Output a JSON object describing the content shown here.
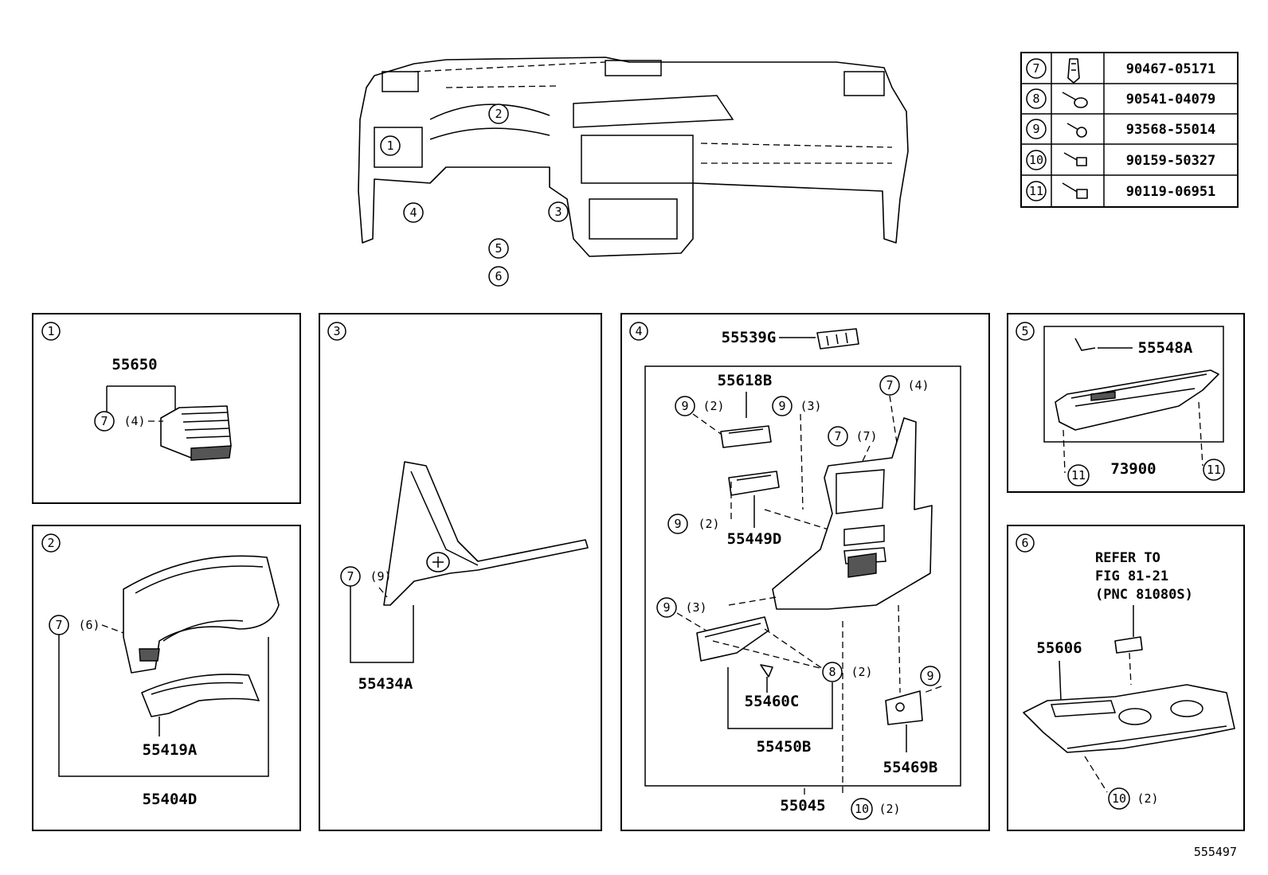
{
  "diagram_id": "555497",
  "fasteners": [
    {
      "ref": "7",
      "part_no": "90467-05171",
      "icon": "clip-icon"
    },
    {
      "ref": "8",
      "part_no": "90541-04079",
      "icon": "pin-icon"
    },
    {
      "ref": "9",
      "part_no": "93568-55014",
      "icon": "screw-icon"
    },
    {
      "ref": "10",
      "part_no": "90159-50327",
      "icon": "screw-icon"
    },
    {
      "ref": "11",
      "part_no": "90119-06951",
      "icon": "bolt-icon"
    }
  ],
  "overview": {
    "callouts": [
      "1",
      "2",
      "3",
      "4",
      "5",
      "6"
    ]
  },
  "panels": {
    "p1": {
      "id": "1",
      "parts": {
        "p55650": "55650"
      },
      "callouts": [
        {
          "ref": "7",
          "qty": "(4)"
        }
      ]
    },
    "p2": {
      "id": "2",
      "parts": {
        "p55419A": "55419A",
        "p55404D": "55404D"
      },
      "callouts": [
        {
          "ref": "7",
          "qty": "(6)"
        }
      ]
    },
    "p3": {
      "id": "3",
      "parts": {
        "p55434A": "55434A"
      },
      "callouts": [
        {
          "ref": "7",
          "qty": "(9)"
        }
      ]
    },
    "p4": {
      "id": "4",
      "parts": {
        "p55539G": "55539G",
        "p55618B": "55618B",
        "p55449D": "55449D",
        "p55460C": "55460C",
        "p55450B": "55450B",
        "p55469B": "55469B",
        "p55045": "55045"
      },
      "callouts": [
        {
          "ref": "9",
          "qty": "(2)"
        },
        {
          "ref": "9",
          "qty": "(3)"
        },
        {
          "ref": "7",
          "qty": "(4)"
        },
        {
          "ref": "7",
          "qty": "(7)"
        },
        {
          "ref": "9",
          "qty": "(2)"
        },
        {
          "ref": "9",
          "qty": "(3)"
        },
        {
          "ref": "8",
          "qty": "(2)"
        },
        {
          "ref": "9",
          "qty": ""
        },
        {
          "ref": "10",
          "qty": "(2)"
        }
      ]
    },
    "p5": {
      "id": "5",
      "parts": {
        "p55548A": "55548A",
        "p73900": "73900"
      },
      "callouts": [
        {
          "ref": "11",
          "qty": ""
        },
        {
          "ref": "11",
          "qty": ""
        }
      ]
    },
    "p6": {
      "id": "6",
      "note": [
        "REFER TO",
        "FIG 81-21",
        "(PNC 81080S)"
      ],
      "parts": {
        "p55606": "55606"
      },
      "callouts": [
        {
          "ref": "10",
          "qty": "(2)"
        }
      ]
    }
  }
}
